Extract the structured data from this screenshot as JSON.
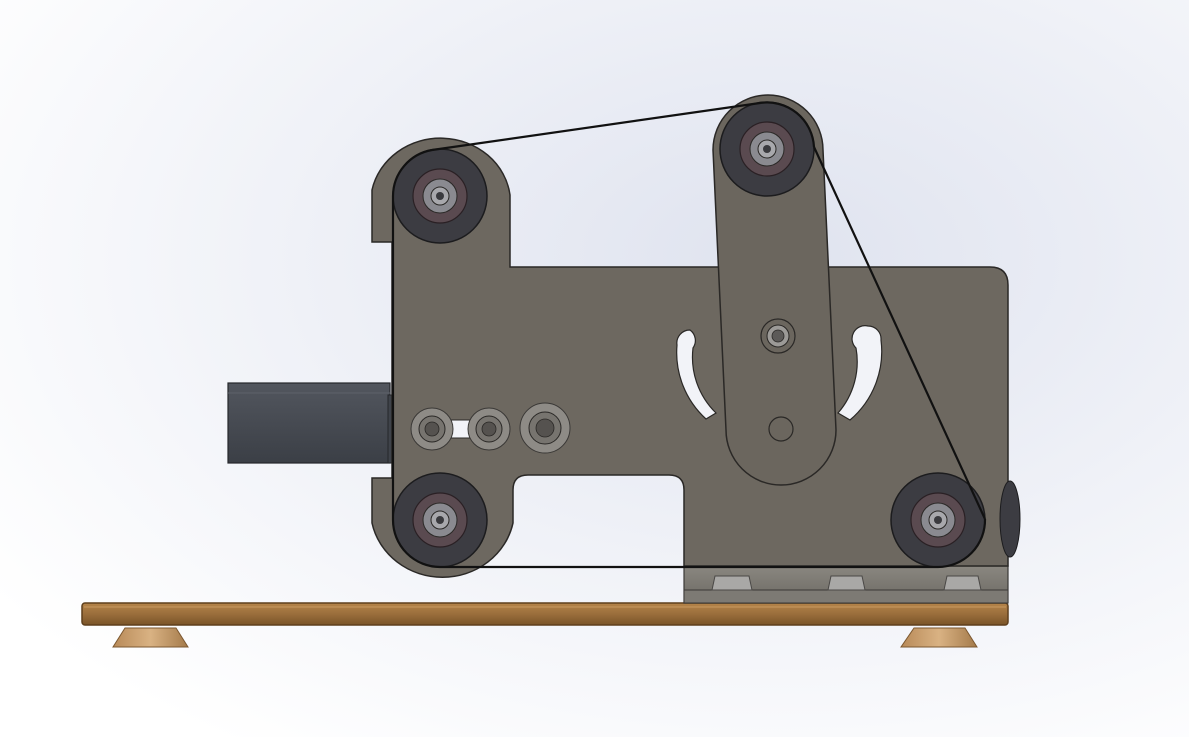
{
  "scene": {
    "kind": "cad-assembly-view",
    "view": "front",
    "background_colors": [
      "#ffffff",
      "#dfe3ef"
    ],
    "colors": {
      "plate": "#6d6860",
      "plate_edge": "#2a2826",
      "wheel_tire": "#3c3c42",
      "wheel_hub": "#5a4a50",
      "bearing": "#8a8a90",
      "bolt": "#a8a8ac",
      "belt": "#111111",
      "motor": "#464a52",
      "wood_base": "#9a6e3c",
      "wood_edge": "#6b4a24",
      "rubber_feet": "#c29a6a",
      "slot_cutout": "#f2f3f8"
    },
    "components": {
      "contact_wheels": 4,
      "tensioner_arm_bolts": 2,
      "motor_mount_nuts": 3,
      "base_screws": 3,
      "feet": 2
    }
  }
}
